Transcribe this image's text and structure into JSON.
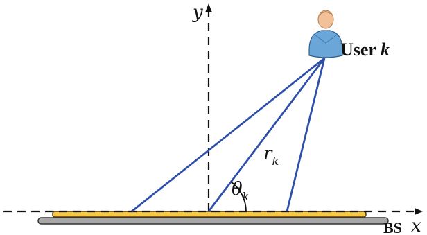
{
  "diagram": {
    "axes": {
      "x_label": "x",
      "y_label": "y"
    },
    "labels": {
      "user": "User",
      "user_index": "k",
      "range_symbol": "r",
      "range_subscript": "k",
      "angle_symbol": "θ",
      "angle_subscript": "k",
      "bs": "BS"
    },
    "colors": {
      "ray": "#2f4fa8",
      "array_fill": "#f7c84a",
      "array_stroke": "#4a3a10",
      "base_fill": "#a7a7a7",
      "base_stroke": "#333333",
      "axis": "#111111",
      "user_body": "#6aa6d8",
      "user_head": "#f2c199"
    },
    "icon": "user-person-icon",
    "rays_count": 3
  }
}
